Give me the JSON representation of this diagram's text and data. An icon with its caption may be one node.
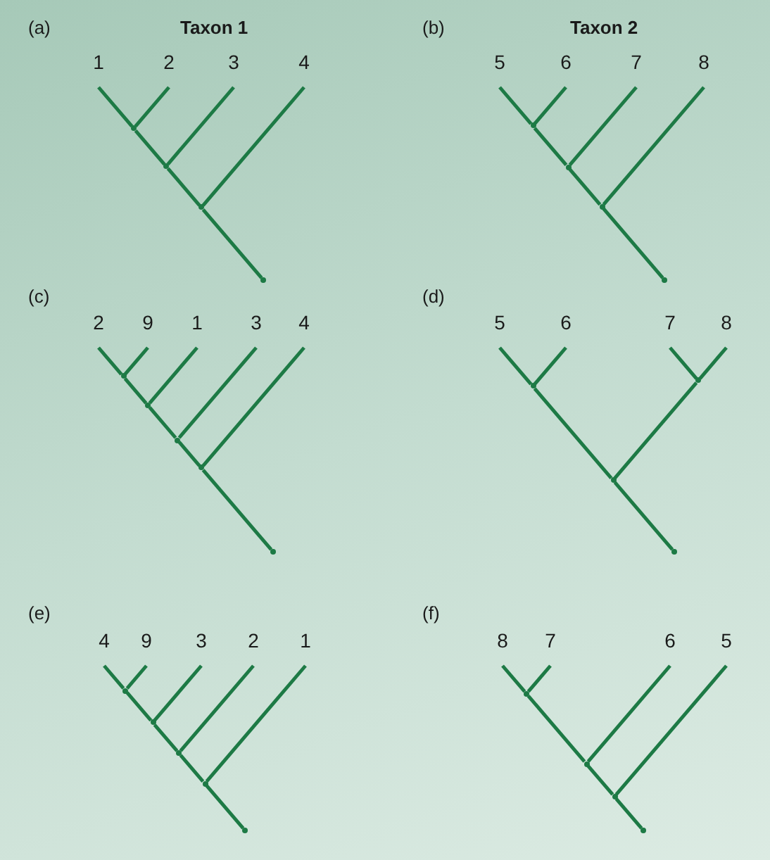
{
  "diagram": {
    "nodes": [
      {
        "text": [
          "1"
        ]
      },
      {
        "text": [
          "2"
        ]
      },
      {
        "text": [
          "3"
        ]
      },
      {
        "text": [
          "4"
        ]
      },
      {
        "text": [],
        "shape": "point"
      },
      {
        "text": [],
        "shape": "point"
      },
      {
        "text": [],
        "shape": "point"
      },
      {
        "text": [],
        "shape": "point"
      },
      {
        "text": [
          "5"
        ]
      },
      {
        "text": [
          "6"
        ]
      },
      {
        "text": [
          "7"
        ]
      },
      {
        "text": [
          "8"
        ]
      },
      {
        "text": [],
        "shape": "point"
      },
      {
        "text": [],
        "shape": "point"
      },
      {
        "text": [],
        "shape": "point"
      },
      {
        "text": [],
        "shape": "point"
      },
      {
        "text": [
          "2"
        ]
      },
      {
        "text": [
          "9"
        ]
      },
      {
        "text": [
          "1"
        ]
      },
      {
        "text": [
          "3"
        ]
      },
      {
        "text": [
          "4"
        ]
      },
      {
        "text": [],
        "shape": "point"
      },
      {
        "text": [],
        "shape": "point"
      },
      {
        "text": [],
        "shape": "point"
      },
      {
        "text": [],
        "shape": "point"
      },
      {
        "text": [],
        "shape": "point"
      },
      {
        "text": [
          "5"
        ]
      },
      {
        "text": [
          "6"
        ]
      },
      {
        "text": [
          "7"
        ]
      },
      {
        "text": [
          "8"
        ]
      },
      {
        "text": [],
        "shape": "point"
      },
      {
        "text": [],
        "shape": "point"
      },
      {
        "text": [],
        "shape": "point"
      },
      {
        "text": [],
        "shape": "point"
      },
      {
        "text": [
          "4"
        ]
      },
      {
        "text": [
          "9"
        ]
      },
      {
        "text": [
          "3"
        ]
      },
      {
        "text": [
          "2"
        ]
      },
      {
        "text": [
          "1"
        ]
      },
      {
        "text": [],
        "shape": "point"
      },
      {
        "text": [],
        "shape": "point"
      },
      {
        "text": [],
        "shape": "point"
      },
      {
        "text": [],
        "shape": "point"
      },
      {
        "text": [],
        "shape": "point"
      },
      {
        "text": [
          "8"
        ]
      },
      {
        "text": [
          "7"
        ]
      },
      {
        "text": [
          "6"
        ]
      },
      {
        "text": [
          "5"
        ]
      },
      {
        "text": [],
        "shape": "point"
      },
      {
        "text": [],
        "shape": "point"
      },
      {
        "text": [],
        "shape": "point"
      },
      {
        "text": [],
        "shape": "point"
      }
    ],
    "edges": [
      {
        "from": 7,
        "to": 6,
        "arrow": "none"
      },
      {
        "from": 6,
        "to": 5,
        "arrow": "none"
      },
      {
        "from": 6,
        "to": 3,
        "arrow": "none"
      },
      {
        "from": 5,
        "to": 4,
        "arrow": "none"
      },
      {
        "from": 5,
        "to": 2,
        "arrow": "none"
      },
      {
        "from": 4,
        "to": 0,
        "arrow": "none"
      },
      {
        "from": 4,
        "to": 1,
        "arrow": "none"
      },
      {
        "from": 15,
        "to": 14,
        "arrow": "none"
      },
      {
        "from": 14,
        "to": 13,
        "arrow": "none"
      },
      {
        "from": 14,
        "to": 11,
        "arrow": "none"
      },
      {
        "from": 13,
        "to": 12,
        "arrow": "none"
      },
      {
        "from": 13,
        "to": 10,
        "arrow": "none"
      },
      {
        "from": 12,
        "to": 8,
        "arrow": "none"
      },
      {
        "from": 12,
        "to": 9,
        "arrow": "none"
      },
      {
        "from": 25,
        "to": 24,
        "arrow": "none"
      },
      {
        "from": 24,
        "to": 23,
        "arrow": "none"
      },
      {
        "from": 24,
        "to": 20,
        "arrow": "none"
      },
      {
        "from": 23,
        "to": 22,
        "arrow": "none"
      },
      {
        "from": 23,
        "to": 19,
        "arrow": "none"
      },
      {
        "from": 22,
        "to": 21,
        "arrow": "none"
      },
      {
        "from": 22,
        "to": 18,
        "arrow": "none"
      },
      {
        "from": 21,
        "to": 16,
        "arrow": "none"
      },
      {
        "from": 21,
        "to": 17,
        "arrow": "none"
      },
      {
        "from": 33,
        "to": 32,
        "arrow": "none"
      },
      {
        "from": 32,
        "to": 30,
        "arrow": "none"
      },
      {
        "from": 32,
        "to": 31,
        "arrow": "none"
      },
      {
        "from": 30,
        "to": 26,
        "arrow": "none"
      },
      {
        "from": 30,
        "to": 27,
        "arrow": "none"
      },
      {
        "from": 31,
        "to": 28,
        "arrow": "none"
      },
      {
        "from": 31,
        "to": 29,
        "arrow": "none"
      },
      {
        "from": 43,
        "to": 42,
        "arrow": "none"
      },
      {
        "from": 42,
        "to": 41,
        "arrow": "none"
      },
      {
        "from": 42,
        "to": 38,
        "arrow": "none"
      },
      {
        "from": 41,
        "to": 40,
        "arrow": "none"
      },
      {
        "from": 41,
        "to": 37,
        "arrow": "none"
      },
      {
        "from": 40,
        "to": 39,
        "arrow": "none"
      },
      {
        "from": 40,
        "to": 36,
        "arrow": "none"
      },
      {
        "from": 39,
        "to": 34,
        "arrow": "none"
      },
      {
        "from": 39,
        "to": 35,
        "arrow": "none"
      },
      {
        "from": 51,
        "to": 50,
        "arrow": "none"
      },
      {
        "from": 50,
        "to": 49,
        "arrow": "none"
      },
      {
        "from": 50,
        "to": 47,
        "arrow": "none"
      },
      {
        "from": 49,
        "to": 48,
        "arrow": "none"
      },
      {
        "from": 49,
        "to": 46,
        "arrow": "none"
      },
      {
        "from": 48,
        "to": 44,
        "arrow": "none"
      },
      {
        "from": 48,
        "to": 45,
        "arrow": "none"
      }
    ],
    "labels": [
      "(a)",
      "Taxon 1",
      "(b)",
      "Taxon 2",
      "(c)",
      "(d)",
      "(e)",
      "(f)"
    ]
  }
}
